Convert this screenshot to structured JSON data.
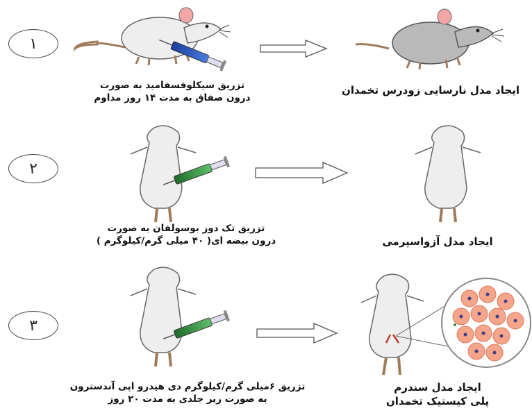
{
  "steps": [
    {
      "number": "۱",
      "action_lines": [
        "تزریق سیکلوفسفامید به صورت",
        "درون صفاق به مدت ۱۴ روز مداوم"
      ],
      "result_lines": [
        "ایجاد مدل نارسایی زودرس تخمدان"
      ]
    },
    {
      "number": "۲",
      "action_lines": [
        "تزریق تک دوز بوسولفان به صورت",
        "درون بیضه ای( ۴۰ میلی گرم/کیلوگرم )"
      ],
      "result_lines": [
        "ایجاد مدل آزواسپرمی"
      ]
    },
    {
      "number": "۳",
      "action_lines": [
        "تزریق ۶میلی گرم/کیلوگرم دی هیدرو اپی آندسترون",
        "به صورت زیر جلدی به مدت ۲۰ روز"
      ],
      "result_lines": [
        "ایجاد مدل سندرم",
        "پلی کیستیک تخمدان"
      ]
    }
  ],
  "colors": {
    "rat_body": "#eeeeee",
    "rat_body_treated": "#b9b9b9",
    "ear": "#f2a6a6",
    "tail": "#a07b5a",
    "syringe_blue": "#2a52be",
    "syringe_green": "#2e8b3a",
    "cyst_cells": "#f4a58a",
    "cell_nucleus": "#3d3d8a",
    "arrow": "#555555"
  }
}
